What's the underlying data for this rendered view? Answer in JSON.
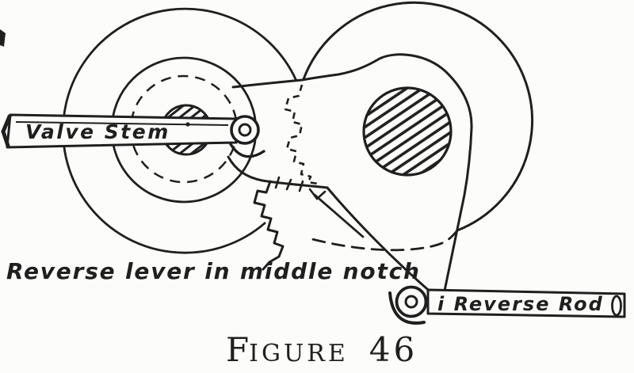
{
  "colors": {
    "ink": "#1f1f1f",
    "paper": "#fcfcfa"
  },
  "labels": {
    "valve_stem": "Valve Stem",
    "lever_note": "Reverse lever in middle notch",
    "reverse_rod": "i Reverse Rod",
    "caption_initial": "F",
    "caption_rest": "IGURE",
    "caption_number": "46"
  }
}
